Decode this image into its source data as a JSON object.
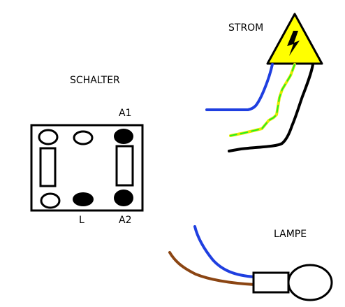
{
  "labels": {
    "strom": "STROM",
    "schalter": "SCHALTER",
    "a1": "A1",
    "l": "L",
    "a2": "A2",
    "lampe": "LAMPE"
  },
  "colors": {
    "background": "#ffffff",
    "outline": "#000000",
    "warning_yellow": "#ffff00",
    "wire_blue": "#1f3fe0",
    "wire_green": "#22ee22",
    "wire_yellow": "#e8e800",
    "wire_black": "#000000",
    "wire_brown": "#8b4513"
  },
  "icons": [
    "warning-high-voltage-icon",
    "switch-block",
    "lamp-bulb-icon"
  ]
}
